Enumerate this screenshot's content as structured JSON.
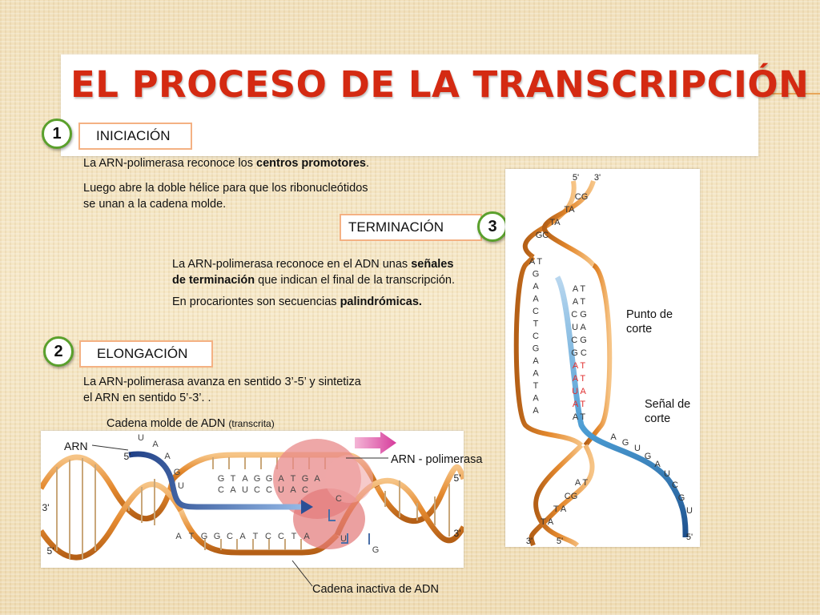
{
  "title": "EL PROCESO DE LA TRANSCRIPCIÓN",
  "steps": {
    "initiation": {
      "number": "1",
      "label": "INICIACIÓN",
      "text1_pre": "La ARN-polimerasa reconoce los ",
      "text1_bold": "centros promotores",
      "text1_post": ".",
      "text2_line1": "Luego abre la doble hélice para que los ribonucleótidos",
      "text2_line2": "se unan a la cadena molde."
    },
    "termination": {
      "number": "3",
      "label": "TERMINACIÓN",
      "line1_pre": "La ARN-polimerasa reconoce en el ADN unas ",
      "line1_bold": "señales",
      "line2_bold": "de terminación",
      "line2_post": " que indican el final de la transcripción.",
      "line3_pre": "En procariontes son secuencias ",
      "line3_bold": "palindrómicas."
    },
    "elongation": {
      "number": "2",
      "label": "ELONGACIÓN",
      "line1": "La ARN-polimerasa avanza en sentido 3’-5’ y sintetiza",
      "line2": "el ARN en sentido 5’-3’. ."
    }
  },
  "elongation_figure": {
    "template_label": "Cadena molde de ADN",
    "template_label_note": "(transcrita)",
    "arn_label": "ARN",
    "polymerase_label": "ARN - polimerasa",
    "inactive_label": "Cadena inactiva de ADN",
    "end_5_left": "5'",
    "end_3_left": "3'",
    "end_5_right": "5'",
    "end_3_right": "3'",
    "end_5_rna": "5'",
    "template_top_bases": [
      "G",
      "T",
      "A",
      "G",
      "G",
      "A",
      "T",
      "G",
      "A"
    ],
    "rna_paired_bases": [
      "C",
      "A",
      "U",
      "C",
      "C",
      "U",
      "A",
      "C"
    ],
    "inactive_bases": [
      "A",
      "T",
      "G",
      "G",
      "C",
      "A",
      "T",
      "C",
      "C",
      "T",
      "A"
    ],
    "rna_tail_bases": [
      "U",
      "A",
      "A",
      "G",
      "U"
    ],
    "released_bases": [
      "C",
      "U",
      "G"
    ]
  },
  "termination_figure": {
    "top_5": "5'",
    "top_3": "3'",
    "bottom_3": "3'",
    "bottom_5": "5'",
    "bottom_5_rna": "5'",
    "cut_point_label_line1": "Punto de",
    "cut_point_label_line2": "corte",
    "cut_signal_label_line1": "Señal de",
    "cut_signal_label_line2": "corte",
    "top_pairs": [
      "CG",
      "TA",
      "TA",
      "GC"
    ],
    "left_bases": [
      "A T",
      "G",
      "A",
      "A",
      "C",
      "T",
      "C",
      "G",
      "A",
      "A",
      "T",
      "A",
      "A"
    ],
    "right_pairs": [
      "A T",
      "A T",
      "C G",
      "U A",
      "C G",
      "G C",
      "A T",
      "A T",
      "U A",
      "A T",
      "A T"
    ],
    "rna_tail": [
      "A",
      "G",
      "U",
      "G",
      "A",
      "U",
      "C",
      "G",
      "U"
    ],
    "bottom_pairs": [
      "A T",
      "CG",
      "T A",
      "T A"
    ],
    "highlight_color": "#e03030"
  }
}
